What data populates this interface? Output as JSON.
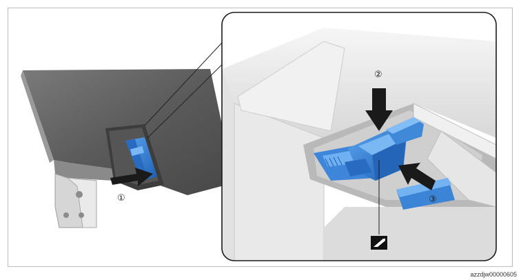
{
  "callouts": {
    "step1": "①",
    "step2": "②",
    "step3": "③"
  },
  "reference_id": "azzdjw00000605",
  "colors": {
    "housing_dark": "#5e5e5e",
    "housing_light": "#ececec",
    "clip_blue": "#2f7fd6",
    "clip_blue_dark": "#1c5aa8",
    "arrow": "#1a1a1a",
    "metal_bracket": "#d9d9d9"
  },
  "icons": {
    "symbol_box": "tool-symbol-icon"
  }
}
